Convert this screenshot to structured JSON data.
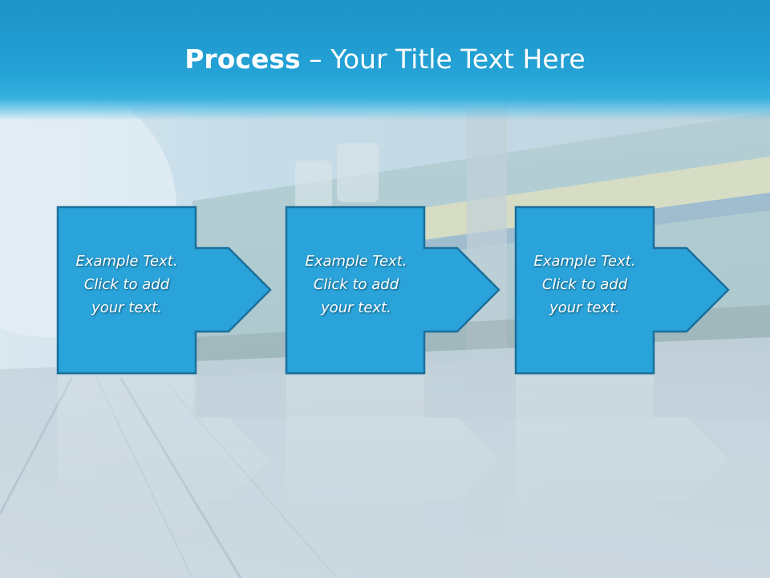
{
  "slide": {
    "title_bold": "Process",
    "title_rest": " – Your Title Text Here"
  },
  "steps": [
    {
      "line1": "Example Text.",
      "line2": "Click  to add",
      "line3": "your text."
    },
    {
      "line1": "Example Text.",
      "line2": "Click  to add",
      "line3": "your text."
    },
    {
      "line1": "Example Text.",
      "line2": "Click  to add",
      "line3": "your text."
    }
  ],
  "colors": {
    "title_band": "#24a2d6",
    "step_fill": "#29a3d9",
    "step_border": "#1b6f9c",
    "text": "#ffffff"
  },
  "background": "train-motion-photo"
}
